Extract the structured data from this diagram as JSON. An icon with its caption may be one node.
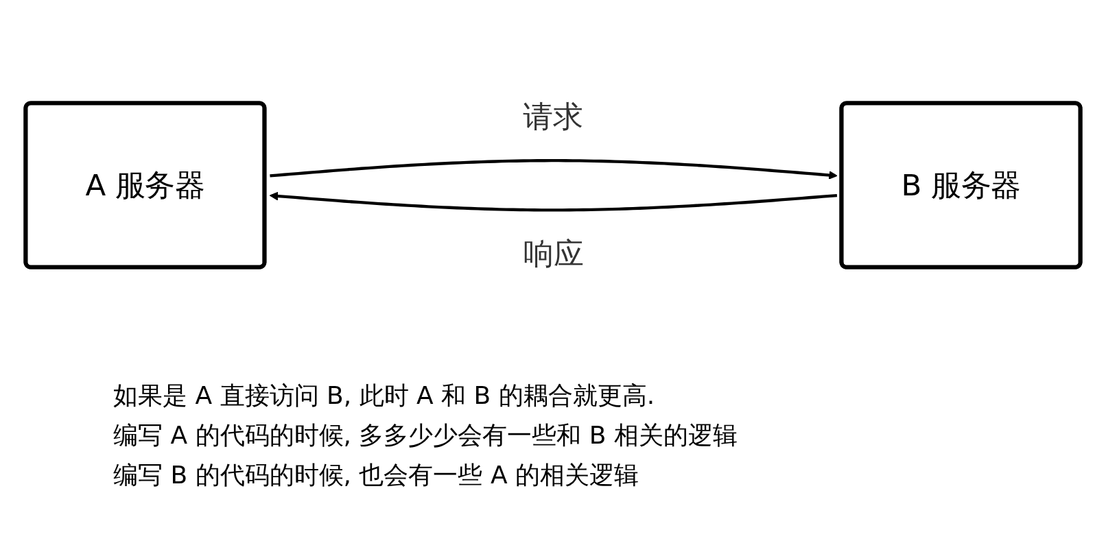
{
  "diagram": {
    "nodes": [
      {
        "text": [
          "A 服务器"
        ]
      },
      {
        "text": [
          "B 服务器"
        ]
      }
    ],
    "edges": [
      {
        "from": 0,
        "to": 1,
        "arrow": "to",
        "label": "请求"
      },
      {
        "from": 1,
        "to": 0,
        "arrow": "to",
        "label": "响应"
      }
    ],
    "labels": [
      "如果是 A 直接访问 B, 此时 A 和 B 的耦合就更高.",
      "编写 A 的代码的时候, 多多少少会有一些和 B 相关的逻辑",
      "编写 B 的代码的时候, 也会有一些 A 的相关逻辑"
    ]
  }
}
